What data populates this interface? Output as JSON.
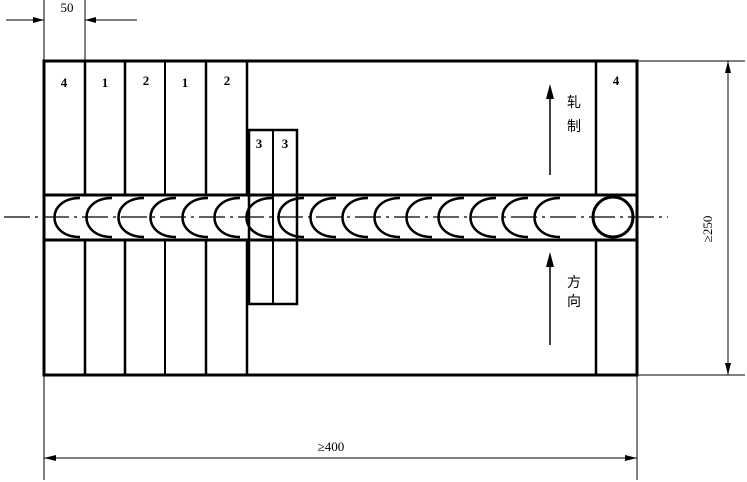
{
  "diagram": {
    "strip_labels": {
      "s1": "4",
      "s2": "1",
      "s3": "2",
      "s4": "1",
      "s5": "2",
      "s6": "3",
      "s7": "3",
      "s8": "4"
    },
    "dimensions": {
      "strip_width": "50",
      "total_length": "≥400",
      "total_height": "≥250"
    },
    "direction_text": {
      "rolling": [
        "轧",
        "制"
      ],
      "direction": [
        "方",
        "向"
      ]
    }
  }
}
